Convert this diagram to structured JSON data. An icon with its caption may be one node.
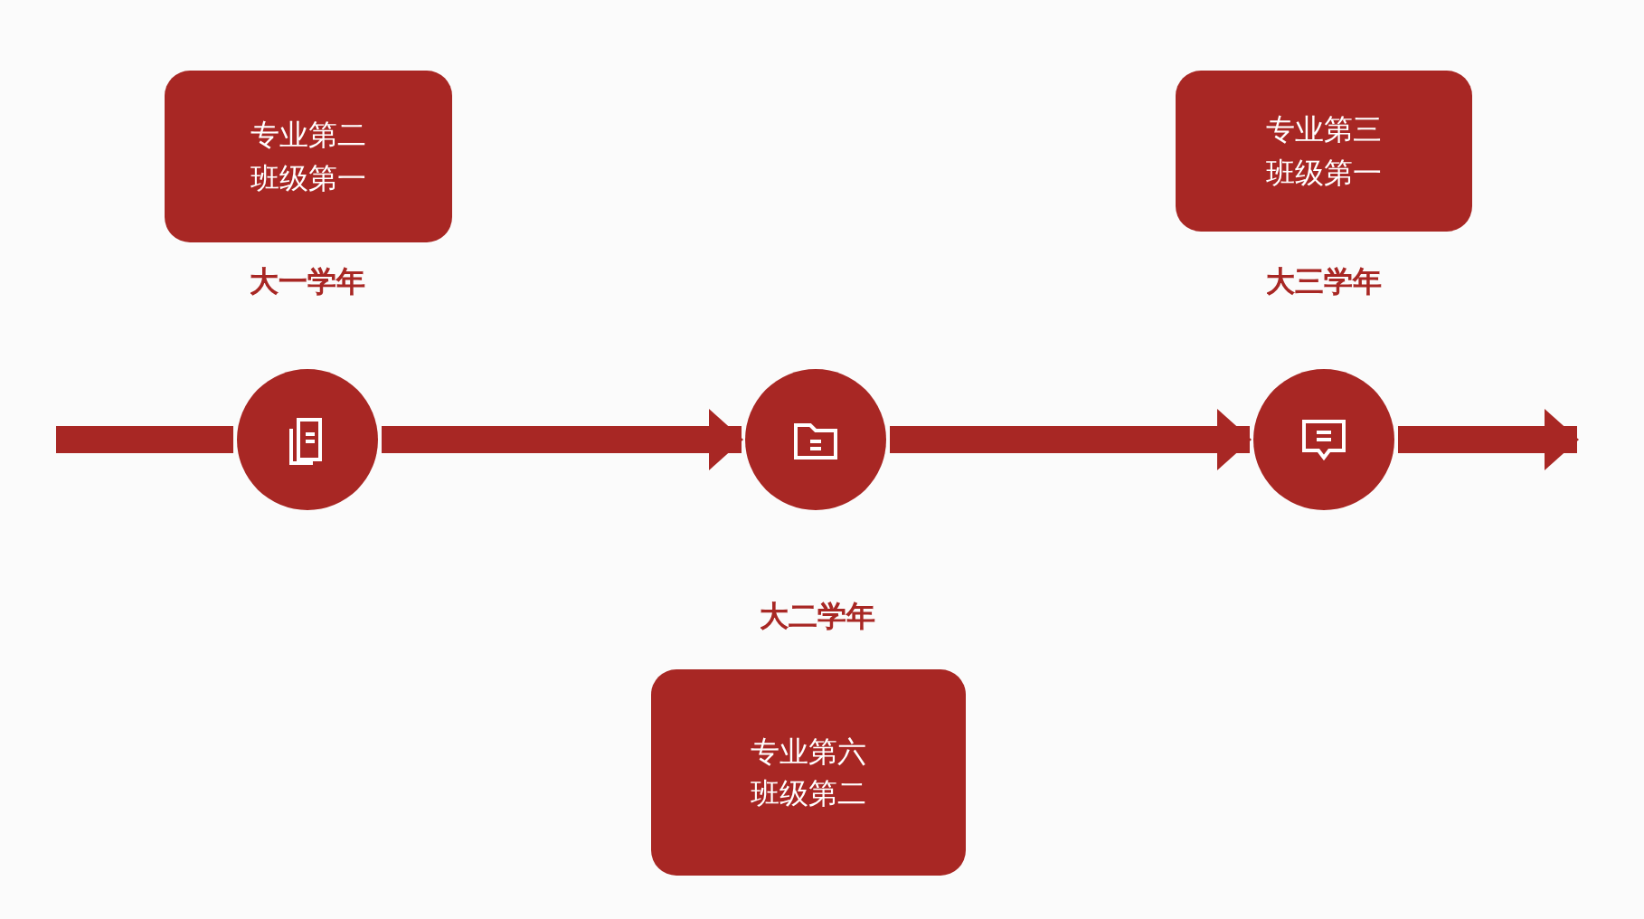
{
  "diagram": {
    "nodes": [
      {
        "text": [
          "专业第二班级第一"
        ],
        "beside": [
          "大一学年"
        ]
      },
      {
        "text": [
          "专业第六班级第二"
        ],
        "beside": [
          "大二学年"
        ]
      },
      {
        "text": [
          "专业第三班级第一"
        ],
        "beside": [
          "大三学年"
        ]
      },
      {
        "text": [],
        "shape": "circle"
      },
      {
        "text": [],
        "shape": "circle"
      },
      {
        "text": [],
        "shape": "circle"
      }
    ],
    "edges": [
      {
        "from": null,
        "to": 3,
        "arrow": "none"
      },
      {
        "from": 3,
        "to": 4,
        "arrow": "to"
      },
      {
        "from": 4,
        "to": 5,
        "arrow": "to"
      },
      {
        "from": 5,
        "to": null,
        "arrow": "to"
      }
    ]
  }
}
